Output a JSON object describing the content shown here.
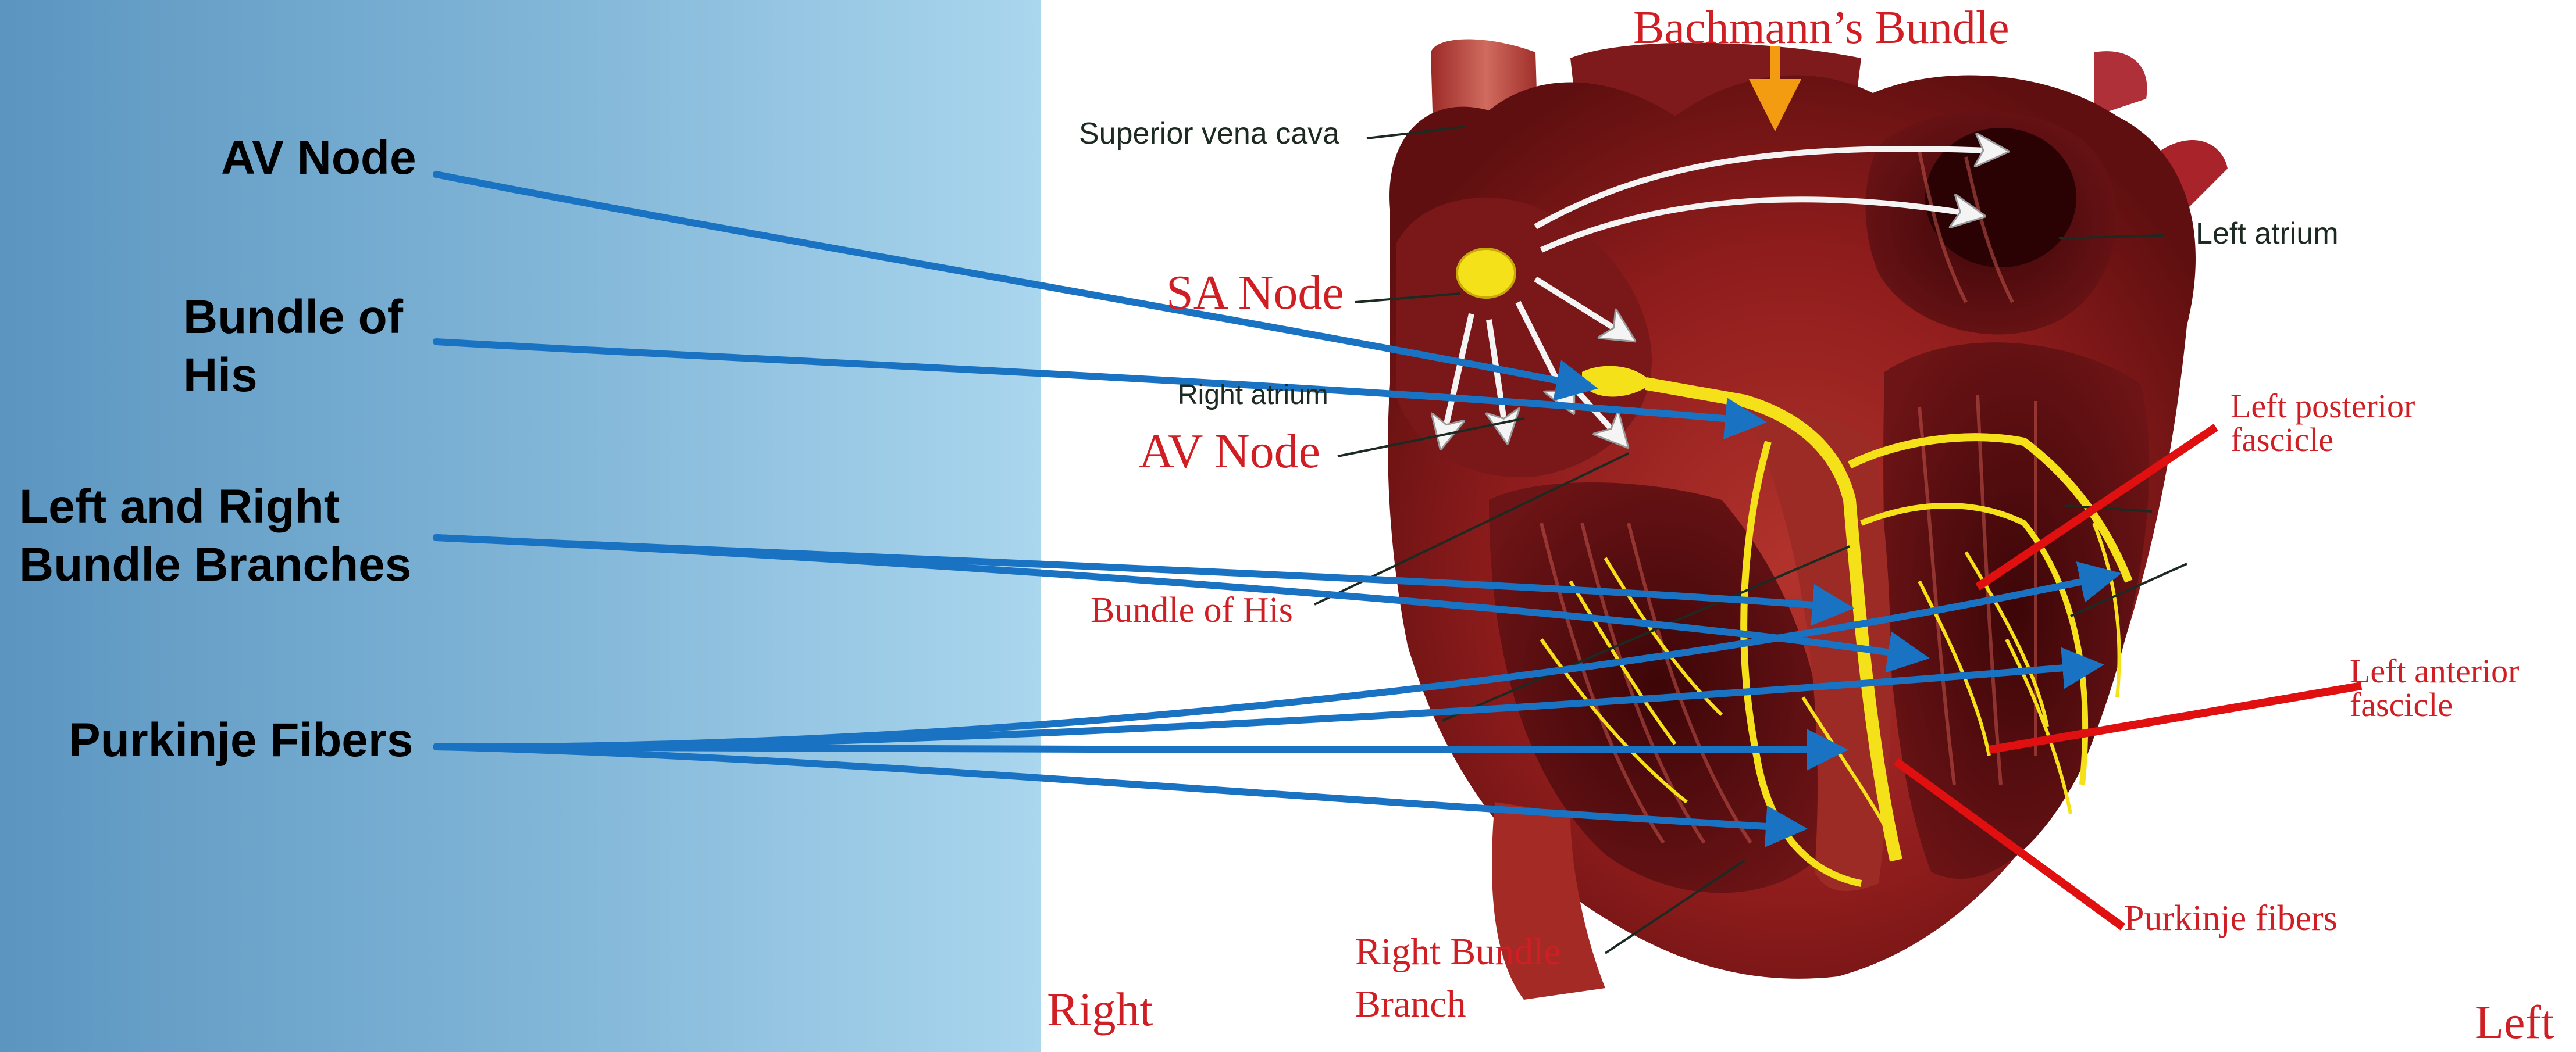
{
  "terms": {
    "av_node": "AV Node",
    "bundle_of_his": [
      "Bundle of",
      "His"
    ],
    "bundle_branches": [
      "Left and Right",
      "Bundle Branches"
    ],
    "purkinje": "Purkinje Fibers"
  },
  "figure": {
    "bachmanns_bundle": "Bachmann’s Bundle",
    "superior_vena_cava": "Superior vena cava",
    "left_atrium": "Left atrium",
    "sa_node": "SA Node",
    "right_atrium": "Right atrium",
    "av_node": "AV Node",
    "left_posterior_fascicle": [
      "Left posterior",
      "fascicle"
    ],
    "bundle_of_his": "Bundle of  His",
    "left_anterior_fascicle": [
      "Left anterior",
      "fascicle"
    ],
    "purkinje_fibers": "Purkinje fibers",
    "right_bundle_branch": [
      "Right Bundle",
      "Branch"
    ],
    "right": "Right",
    "left": "Left"
  },
  "colors": {
    "annotation_arrow": "#1a73c2",
    "label_red": "#cf1f24",
    "conduction_yellow": "#f5e11a",
    "heart_muscle": "#8e1c1c",
    "bachmann_arrow": "#f39c12"
  }
}
